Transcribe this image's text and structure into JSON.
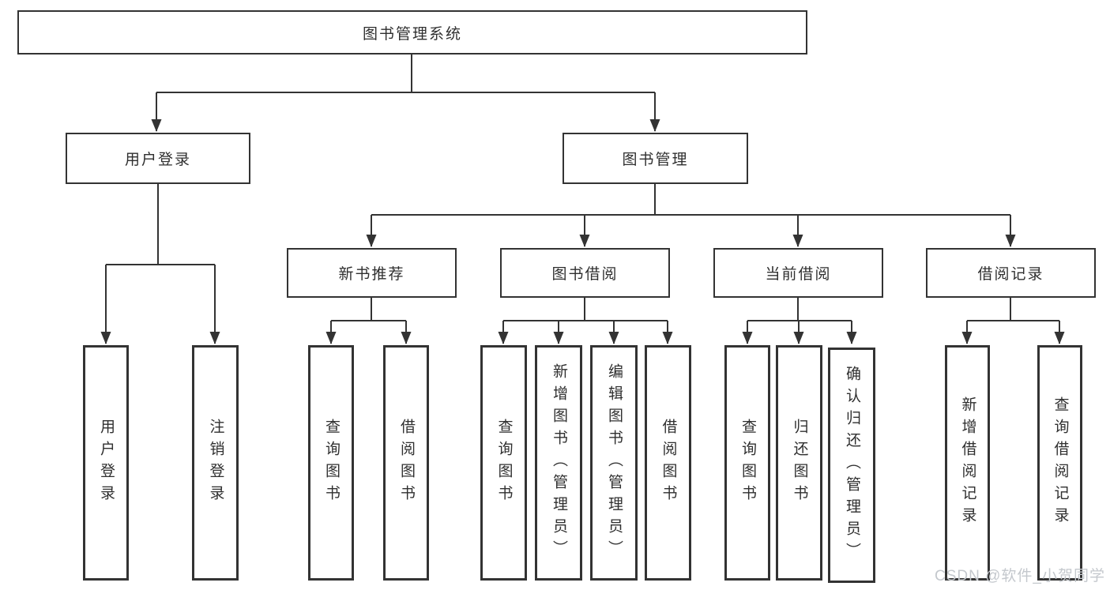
{
  "colors": {
    "line": "#333333",
    "border": "#333333",
    "text": "#2f2f2f",
    "watermark": "#c4c8cd",
    "background": "#ffffff"
  },
  "watermark": "CSDN @软件_小贺同学",
  "tree": {
    "label": "图书管理系统",
    "children": [
      {
        "label": "用户登录",
        "children": [
          {
            "label": "用户登录"
          },
          {
            "label": "注销登录"
          }
        ]
      },
      {
        "label": "图书管理",
        "children": [
          {
            "label": "新书推荐",
            "children": [
              {
                "label": "查询图书"
              },
              {
                "label": "借阅图书"
              }
            ]
          },
          {
            "label": "图书借阅",
            "children": [
              {
                "label": "查询图书"
              },
              {
                "label": "新增图书（管理员）"
              },
              {
                "label": "编辑图书（管理员）"
              },
              {
                "label": "借阅图书"
              }
            ]
          },
          {
            "label": "当前借阅",
            "children": [
              {
                "label": "查询图书"
              },
              {
                "label": "归还图书"
              },
              {
                "label": "确认归还（管理员）"
              }
            ]
          },
          {
            "label": "借阅记录",
            "children": [
              {
                "label": "新增借阅记录"
              },
              {
                "label": "查询借阅记录"
              }
            ]
          }
        ]
      }
    ]
  }
}
